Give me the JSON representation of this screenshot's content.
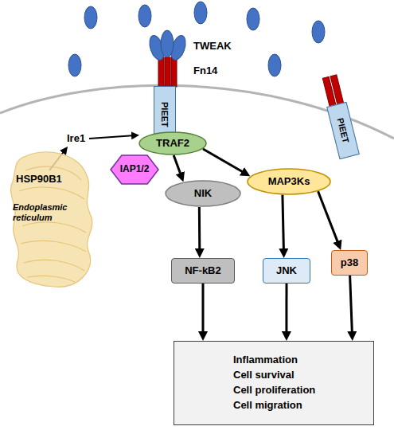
{
  "diagram": {
    "nodes": [
      {
        "text": [
          "PIEET"
        ]
      },
      {
        "text": [
          "PIEET"
        ]
      },
      {
        "text": [
          "Endoplasmic reticulum"
        ]
      },
      {
        "text": [
          "TRAF2"
        ]
      },
      {
        "text": [
          "IAP1/2"
        ]
      },
      {
        "text": [
          "NIK"
        ]
      },
      {
        "text": [
          "MAP3Ks"
        ]
      },
      {
        "text": [
          "NF-kB2"
        ]
      },
      {
        "text": [
          "JNK"
        ]
      },
      {
        "text": [
          "p38"
        ]
      },
      {
        "text": [
          "Inflammation",
          "Cell survival",
          "Cell proliferation",
          "Cell migration"
        ]
      }
    ],
    "edges": [
      {
        "from": 3,
        "to": 5,
        "arrow": "to"
      },
      {
        "from": 3,
        "to": 6,
        "arrow": "to"
      },
      {
        "from": 5,
        "to": 7,
        "arrow": "to"
      },
      {
        "from": 6,
        "to": 8,
        "arrow": "to"
      },
      {
        "from": 6,
        "to": 9,
        "arrow": "to"
      },
      {
        "from": 7,
        "to": 10,
        "arrow": "to"
      },
      {
        "from": 8,
        "to": 10,
        "arrow": "to"
      },
      {
        "from": 9,
        "to": 10,
        "arrow": "to"
      }
    ],
    "labels": [
      "TWEAK",
      "Fn14",
      "HSP90B1",
      "Ire1"
    ]
  }
}
